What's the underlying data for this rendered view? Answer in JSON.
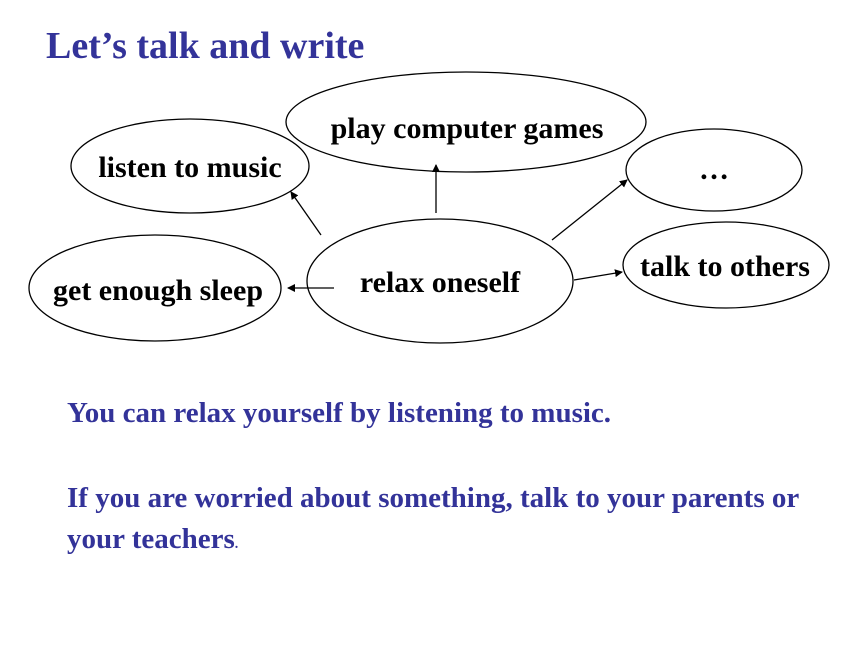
{
  "title": "Let’s talk and write",
  "diagram": {
    "center": "relax oneself",
    "nodes": {
      "music": "listen to music",
      "games": "play computer games",
      "more": "…",
      "sleep": "get enough sleep",
      "talk": "talk to others"
    }
  },
  "sentences": {
    "first": "You can relax yourself by listening to music.",
    "second": "If you are worried about something, talk to your parents or your teachers",
    "second_end": "."
  },
  "colors": {
    "heading": "#333399",
    "text": "#000000"
  }
}
